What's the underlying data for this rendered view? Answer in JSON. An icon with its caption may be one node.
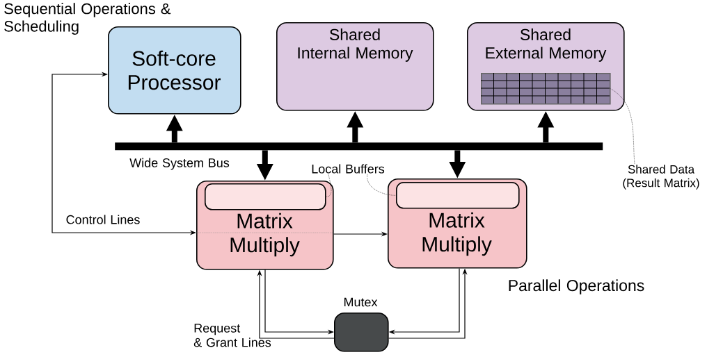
{
  "diagram": {
    "nodes": [
      {
        "text": [
          "Soft-core Processor"
        ]
      },
      {
        "text": [
          "Shared Internal Memory"
        ]
      },
      {
        "text": [
          "Shared External Memory"
        ]
      },
      {
        "text": [],
        "shape": "box",
        "in": 2
      },
      {
        "text": [
          "Shared Data (Result Matrix)"
        ]
      },
      {
        "text": [],
        "shape": "bar",
        "beside": [
          "Wide System Bus"
        ]
      },
      {
        "text": [
          "Matrix Multiply"
        ]
      },
      {
        "text": [],
        "shape": "box",
        "in": 6
      },
      {
        "text": [
          "Matrix Multiply"
        ]
      },
      {
        "text": [],
        "shape": "box",
        "in": 8
      },
      {
        "text": [
          "Local Buffers"
        ]
      },
      {
        "text": [],
        "shape": "box",
        "beside": [
          "Mutex"
        ]
      }
    ],
    "edges": [
      {
        "from": 5,
        "to": 0,
        "arrow": "to",
        "style": "thick"
      },
      {
        "from": 5,
        "to": 1,
        "arrow": "to",
        "style": "thick"
      },
      {
        "from": 5,
        "to": 2,
        "arrow": "to",
        "style": "thick"
      },
      {
        "from": 5,
        "to": 6,
        "arrow": "to",
        "style": "thick"
      },
      {
        "from": 5,
        "to": 8,
        "arrow": "to",
        "style": "thick"
      },
      {
        "from": 0,
        "to": 6,
        "arrow": "both",
        "label": "Control Lines"
      },
      {
        "from": 6,
        "to": 8,
        "arrow": "to"
      },
      {
        "from": 11,
        "to": 6,
        "arrow": "to"
      },
      {
        "from": 6,
        "to": 11,
        "arrow": "to"
      },
      {
        "from": 8,
        "to": 11,
        "arrow": "to"
      },
      {
        "from": 11,
        "to": 8,
        "arrow": "to"
      },
      {
        "from": 4,
        "to": 3,
        "arrow": "none",
        "style": "dashed"
      },
      {
        "from": 10,
        "to": 7,
        "arrow": "none",
        "style": "dashed"
      },
      {
        "from": 10,
        "to": 9,
        "arrow": "none",
        "style": "dashed"
      }
    ],
    "labels": [
      "Sequential Operations & Scheduling",
      "Request & Grant Lines",
      "Parallel Operations"
    ]
  }
}
